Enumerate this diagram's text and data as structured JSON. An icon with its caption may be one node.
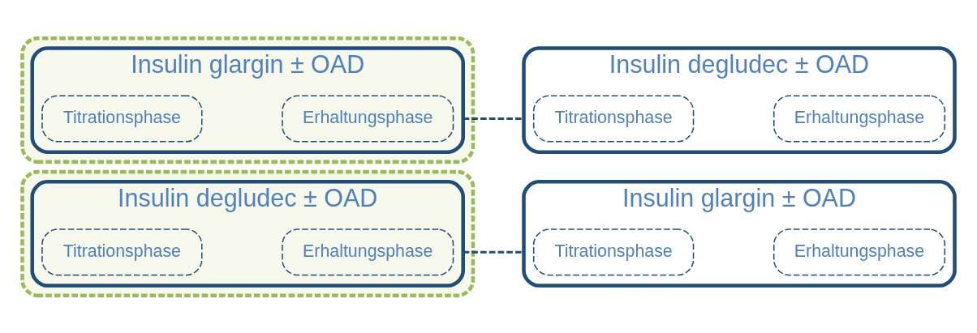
{
  "diagram": {
    "nodes": [
      {
        "text": [],
        "shape": "box"
      },
      {
        "text": [
          "Insulin degludec ± OAD"
        ],
        "in": 0
      },
      {
        "text": [
          "Titrationsphase"
        ],
        "in": 1
      },
      {
        "text": [
          "Erhaltungsphase"
        ],
        "in": 1
      },
      {
        "text": [],
        "shape": "box"
      },
      {
        "text": [
          "Insulin glargin ± OAD"
        ],
        "in": 4
      },
      {
        "text": [
          "Titrationsphase"
        ],
        "in": 5
      },
      {
        "text": [
          "Erhaltungsphase"
        ],
        "in": 5
      },
      {
        "text": [
          "Insulin degludec ± OAD"
        ]
      },
      {
        "text": [
          "Titrationsphase"
        ],
        "in": 8
      },
      {
        "text": [
          "Erhaltungsphase"
        ],
        "in": 8
      },
      {
        "text": [
          "Insulin glargin ± OAD"
        ]
      },
      {
        "text": [
          "Titrationsphase"
        ],
        "in": 11
      },
      {
        "text": [
          "Erhaltungsphase"
        ],
        "in": 11
      }
    ],
    "edges": [
      {
        "from": 1,
        "to": 11,
        "arrow": "none",
        "style": "dashed"
      },
      {
        "from": 5,
        "to": 8,
        "arrow": "none",
        "style": "dashed"
      }
    ]
  }
}
